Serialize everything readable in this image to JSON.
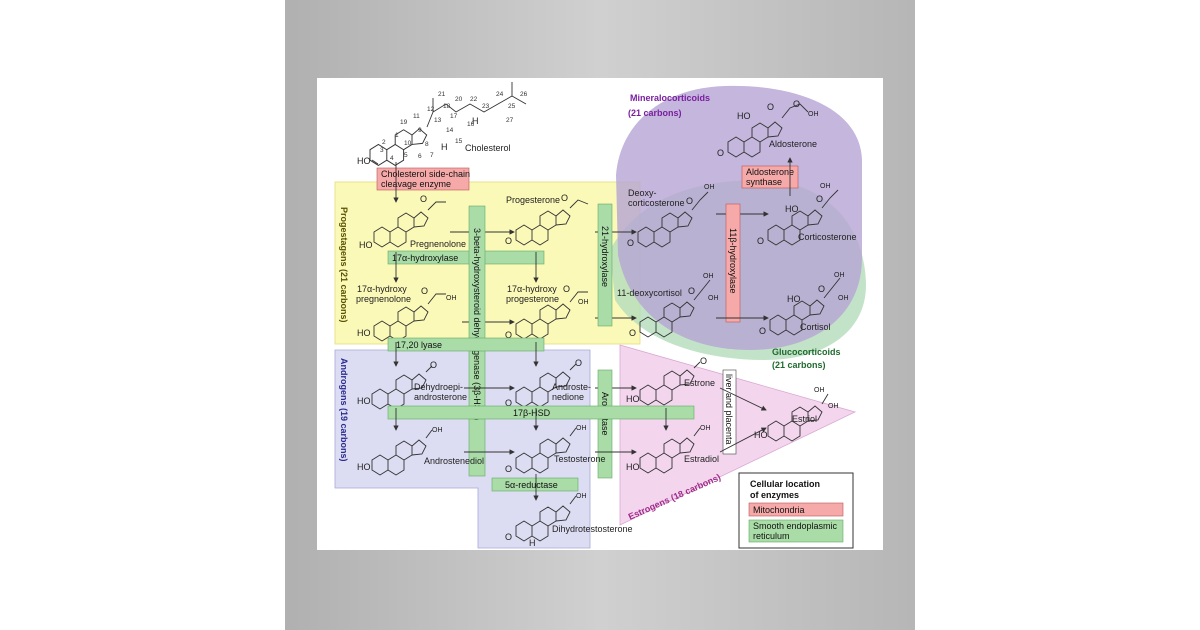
{
  "molecules": {
    "cholesterol": "Cholesterol",
    "pregnenolone": "Pregnenolone",
    "progesterone": "Progesterone",
    "deoxycorticosterone": [
      "Deoxy-",
      "corticosterone"
    ],
    "corticosterone": "Corticosterone",
    "aldosterone": "Aldosterone",
    "hydroxypregnenolone": [
      "17α-hydroxy",
      "pregnenolone"
    ],
    "hydroxyprogesterone": [
      "17α-hydroxy",
      "progesterone"
    ],
    "deoxycortisol": "11-deoxycortisol",
    "cortisol": "Cortisol",
    "dhea": [
      "Dehydroepi-",
      "androsterone"
    ],
    "androstenedione": [
      "Androste-",
      "nedione"
    ],
    "estrone": "Estrone",
    "estriol": "Estriol",
    "androstenediol": "Androstenediol",
    "testosterone": "Testosterone",
    "estradiol": "Estradiol",
    "dht": "Dihydrotestosterone"
  },
  "enzymes": {
    "scc": [
      "Cholesterol side-chain",
      "cleavage enzyme"
    ],
    "hydroxylase17": "17α-hydroxylase",
    "hsd3b": "3-beta-hydroxysteroid dehydrogenase (3β-HSD)",
    "hydroxylase21": "21-hydroxylase",
    "hydroxylase11b": "11β-hydroxylase",
    "aldosterone_synthase": [
      "Aldosterone",
      "synthase"
    ],
    "lyase": "17,20 lyase",
    "hsd17b": "17β-HSD",
    "aromatase": "Aromatase",
    "liver_placenta": "liver and placenta",
    "reductase5a": "5α-reductase"
  },
  "regions": {
    "mineralocorticoids": [
      "Mineralocorticoids",
      "(21 carbons)"
    ],
    "glucocorticoids": [
      "Glucocorticoids",
      "(21 carbons)"
    ],
    "progestagens": "Progestagens (21 carbons)",
    "androgens": "Androgens (19 carbons)",
    "estrogens": "Estrogens (18 carbons)"
  },
  "legend": {
    "title": [
      "Cellular location",
      "of enzymes"
    ],
    "mitochondria": "Mitochondria",
    "ser": [
      "Smooth endoplasmic",
      "reticulum"
    ]
  },
  "chol_numbers": [
    "21",
    "20",
    "22",
    "24",
    "26",
    "25",
    "27",
    "23",
    "18",
    "12",
    "17",
    "13",
    "16",
    "19",
    "11",
    "14",
    "15",
    "1",
    "9",
    "2",
    "10",
    "8",
    "3",
    "5",
    "6",
    "7",
    "4"
  ],
  "atoms": {
    "ho": "HO",
    "o": "O",
    "oh": "OH",
    "h": "H"
  },
  "colors": {
    "progestagen": "#fbf9b8",
    "androgen": "#dcdcf2",
    "mineralocorticoid": "#b7a6d4",
    "glucocorticoid": "#b4dcbc",
    "estrogen": "#f3d6ee",
    "mitochondria": "#f6a9a9",
    "ser": "#a9dca7",
    "mineralo_text": "#7a1fa0",
    "gluco_text": "#1f6b2e",
    "progest_text": "#5a5200",
    "androgen_text": "#2a2a90",
    "estrogen_text": "#a02a8a"
  }
}
